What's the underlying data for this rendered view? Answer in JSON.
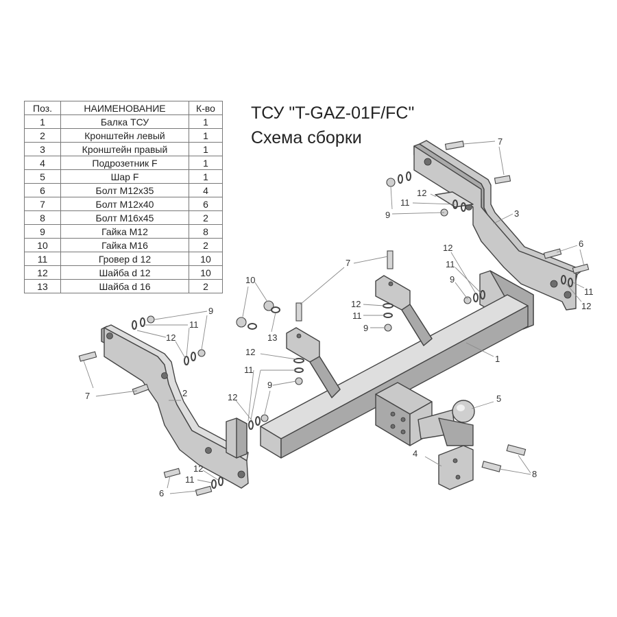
{
  "title": "ТСУ \"T-GAZ-01F/FC\"",
  "subtitle": "Схема сборки",
  "table": {
    "headers": [
      "Поз.",
      "НАИМЕНОВАНИЕ",
      "К-во"
    ],
    "rows": [
      {
        "pos": "1",
        "name": "Балка ТСУ",
        "qty": "1"
      },
      {
        "pos": "2",
        "name": "Кронштейн левый",
        "qty": "1"
      },
      {
        "pos": "3",
        "name": "Кронштейн правый",
        "qty": "1"
      },
      {
        "pos": "4",
        "name": "Подрозетник F",
        "qty": "1"
      },
      {
        "pos": "5",
        "name": "Шар F",
        "qty": "1"
      },
      {
        "pos": "6",
        "name": "Болт М12х35",
        "qty": "4"
      },
      {
        "pos": "7",
        "name": "Болт М12х40",
        "qty": "6"
      },
      {
        "pos": "8",
        "name": "Болт М16х45",
        "qty": "2"
      },
      {
        "pos": "9",
        "name": "Гайка М12",
        "qty": "8"
      },
      {
        "pos": "10",
        "name": "Гайка  М16",
        "qty": "2"
      },
      {
        "pos": "11",
        "name": "Гровер d 12",
        "qty": "10"
      },
      {
        "pos": "12",
        "name": "Шайба d 12",
        "qty": "10"
      },
      {
        "pos": "13",
        "name": "Шайба d 16",
        "qty": "2"
      }
    ]
  },
  "callouts": {
    "c1": "1",
    "c2": "2",
    "c3": "3",
    "c4": "4",
    "c5": "5",
    "c6": "6",
    "c7": "7",
    "c8": "8",
    "c9": "9",
    "c10": "10",
    "c11": "11",
    "c12": "12",
    "c13": "13"
  }
}
